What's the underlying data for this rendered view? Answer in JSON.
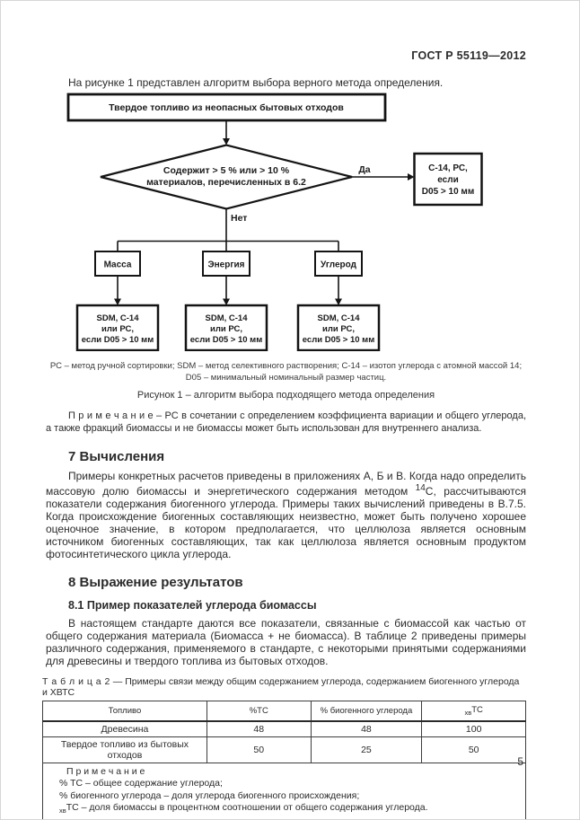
{
  "page": {
    "header": "ГОСТ Р 55119—2012",
    "number": "5"
  },
  "intro": "На рисунке 1 представлен алгоритм выбора верного метода определения.",
  "flowchart": {
    "top_box": "Твердое топливо из неопасных бытовых отходов",
    "decision_line1": "Содержит > 5 % или > 10 %",
    "decision_line2": "материалов, перечисленных в 6.2",
    "yes_label": "Да",
    "no_label": "Нет",
    "yes_box": [
      "С-14, РС,",
      "если",
      "D05 > 10 мм"
    ],
    "branches": [
      "Масса",
      "Энергия",
      "Углерод"
    ],
    "result_box": [
      "SDM, С-14",
      "или РС,",
      "если D05 > 10 мм"
    ],
    "legend_line1": "РС – метод ручной сортировки; SDM – метод селективного растворения; С-14 – изотоп углерода с атомной массой 14;",
    "legend_line2": "D05 – минимальный номинальный размер частиц.",
    "caption": "Рисунок 1 – алгоритм выбора подходящего метода определения",
    "note": "П р и м е ч а н и е  – РС в сочетании с определением коэффициента вариации и общего углерода, а также фракций биомассы и не биомассы может быть использован для внутреннего анализа."
  },
  "section7": {
    "title": "7 Вычисления",
    "para_before_sup": "Примеры конкретных расчетов приведены в приложениях А, Б и В. Когда надо определить массовую долю биомассы и энергетического содержания методом ",
    "sup": "14",
    "para_after_sup": "С, рассчитываются показатели содержания биогенного углерода. Примеры таких вычислений приведены в В.7.5. Когда происхождение биогенных составляющих неизвестно, может быть получено хорошее оценочное значение, в котором предполагается, что целлюлоза является основным источником биогенных составляющих, так как целлюлоза является основным продуктом фотосинтетического цикла углерода."
  },
  "section8": {
    "title": "8 Выражение результатов",
    "sub_title": "8.1 Пример показателей углерода биомассы",
    "para": "В настоящем стандарте даются все показатели, связанные с биомассой как частью от общего содержания материала (Биомасса + не биомасса). В таблице 2 приведены примеры различного содержания, применяемого в стандарте, с некоторыми принятыми содержаниями для древесины и твердого топлива из бытовых отходов."
  },
  "table": {
    "caption_label": "Т а б л и ц а  2",
    "caption_text": "— Примеры связи между общим содержанием углерода, содержанием биогенного углерода и ХВТС",
    "headers": [
      "Топливо",
      "%TC",
      "% биогенного углерода"
    ],
    "header4_sub": "хв",
    "header4_main": "TC",
    "rows": [
      {
        "fuel": "Древесина",
        "tc": "48",
        "bio": "48",
        "xb": "100"
      },
      {
        "fuel": "Твердое топливо из бытовых отходов",
        "tc": "50",
        "bio": "25",
        "xb": "50"
      }
    ],
    "note_title": "П р и м е ч а н и е",
    "note_line1": "% TC – общее содержание углерода;",
    "note_line2": "% биогенного углерода – доля углерода биогенного происхождения;",
    "note_line3_sub": "хв",
    "note_line3_rest": "TC – доля биомассы в процентном соотношении от общего содержания углерода."
  }
}
